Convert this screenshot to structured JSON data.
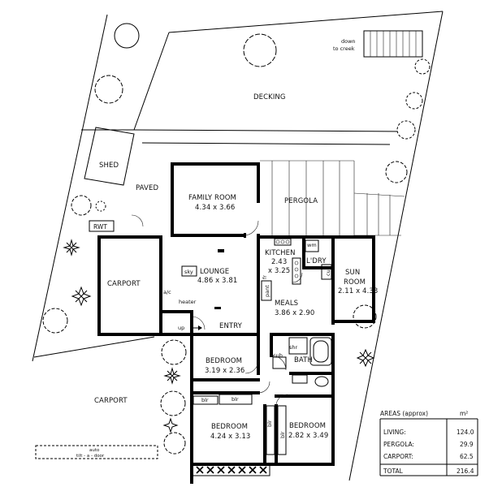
{
  "rooms": {
    "decking": "DECKING",
    "down_to_creek_1": "down",
    "down_to_creek_2": "to creek",
    "shed": "SHED",
    "paved": "PAVED",
    "rwt": "RWT",
    "family_room_name": "FAMILY ROOM",
    "family_room_dims": "4.34 x 3.66",
    "pergola": "PERGOLA",
    "kitchen_name": "KITCHEN",
    "kitchen_dims_1": "2.43",
    "kitchen_dims_2": "x 3.25",
    "wm": "wm",
    "ldry": "L'DRY",
    "sun_room_name_1": "SUN",
    "sun_room_name_2": "ROOM",
    "sun_room_dims": "2.11 x 4.33",
    "lounge_name": "LOUNGE",
    "lounge_dims": "4.86 x 3.81",
    "sky": "sky",
    "ac": "a/c",
    "heater": "heater",
    "carport_top": "CARPORT",
    "fr": "fr",
    "pant": "pant",
    "cub": "cub",
    "meals_name": "MEALS",
    "meals_dims": "3.86 x 2.90",
    "up": "up",
    "entry": "ENTRY",
    "shr": "shr",
    "bath": "BATH",
    "bedroom1_name": "BEDROOM",
    "bedroom1_dims": "3.19 x 2.36",
    "carport_bottom": "CARPORT",
    "blr_a": "blr",
    "blr_b": "blr",
    "blr_c": "blr",
    "blr_d": "blr",
    "bedroom2_name": "BEDROOM",
    "bedroom2_dims": "4.24 x 3.13",
    "bedroom3_name": "BEDROOM",
    "bedroom3_dims": "2.82 x 3.49",
    "auto_door_1": "auto",
    "auto_door_2": "tilt - a - door"
  },
  "areas_table": {
    "title": "AREAS (approx)",
    "unit": "m²",
    "rows": [
      {
        "label": "LIVING:",
        "value": "124.0"
      },
      {
        "label": "PERGOLA:",
        "value": "29.9"
      },
      {
        "label": "CARPORT:",
        "value": "62.5"
      }
    ],
    "total_label": "TOTAL",
    "total_value": "216.4"
  }
}
